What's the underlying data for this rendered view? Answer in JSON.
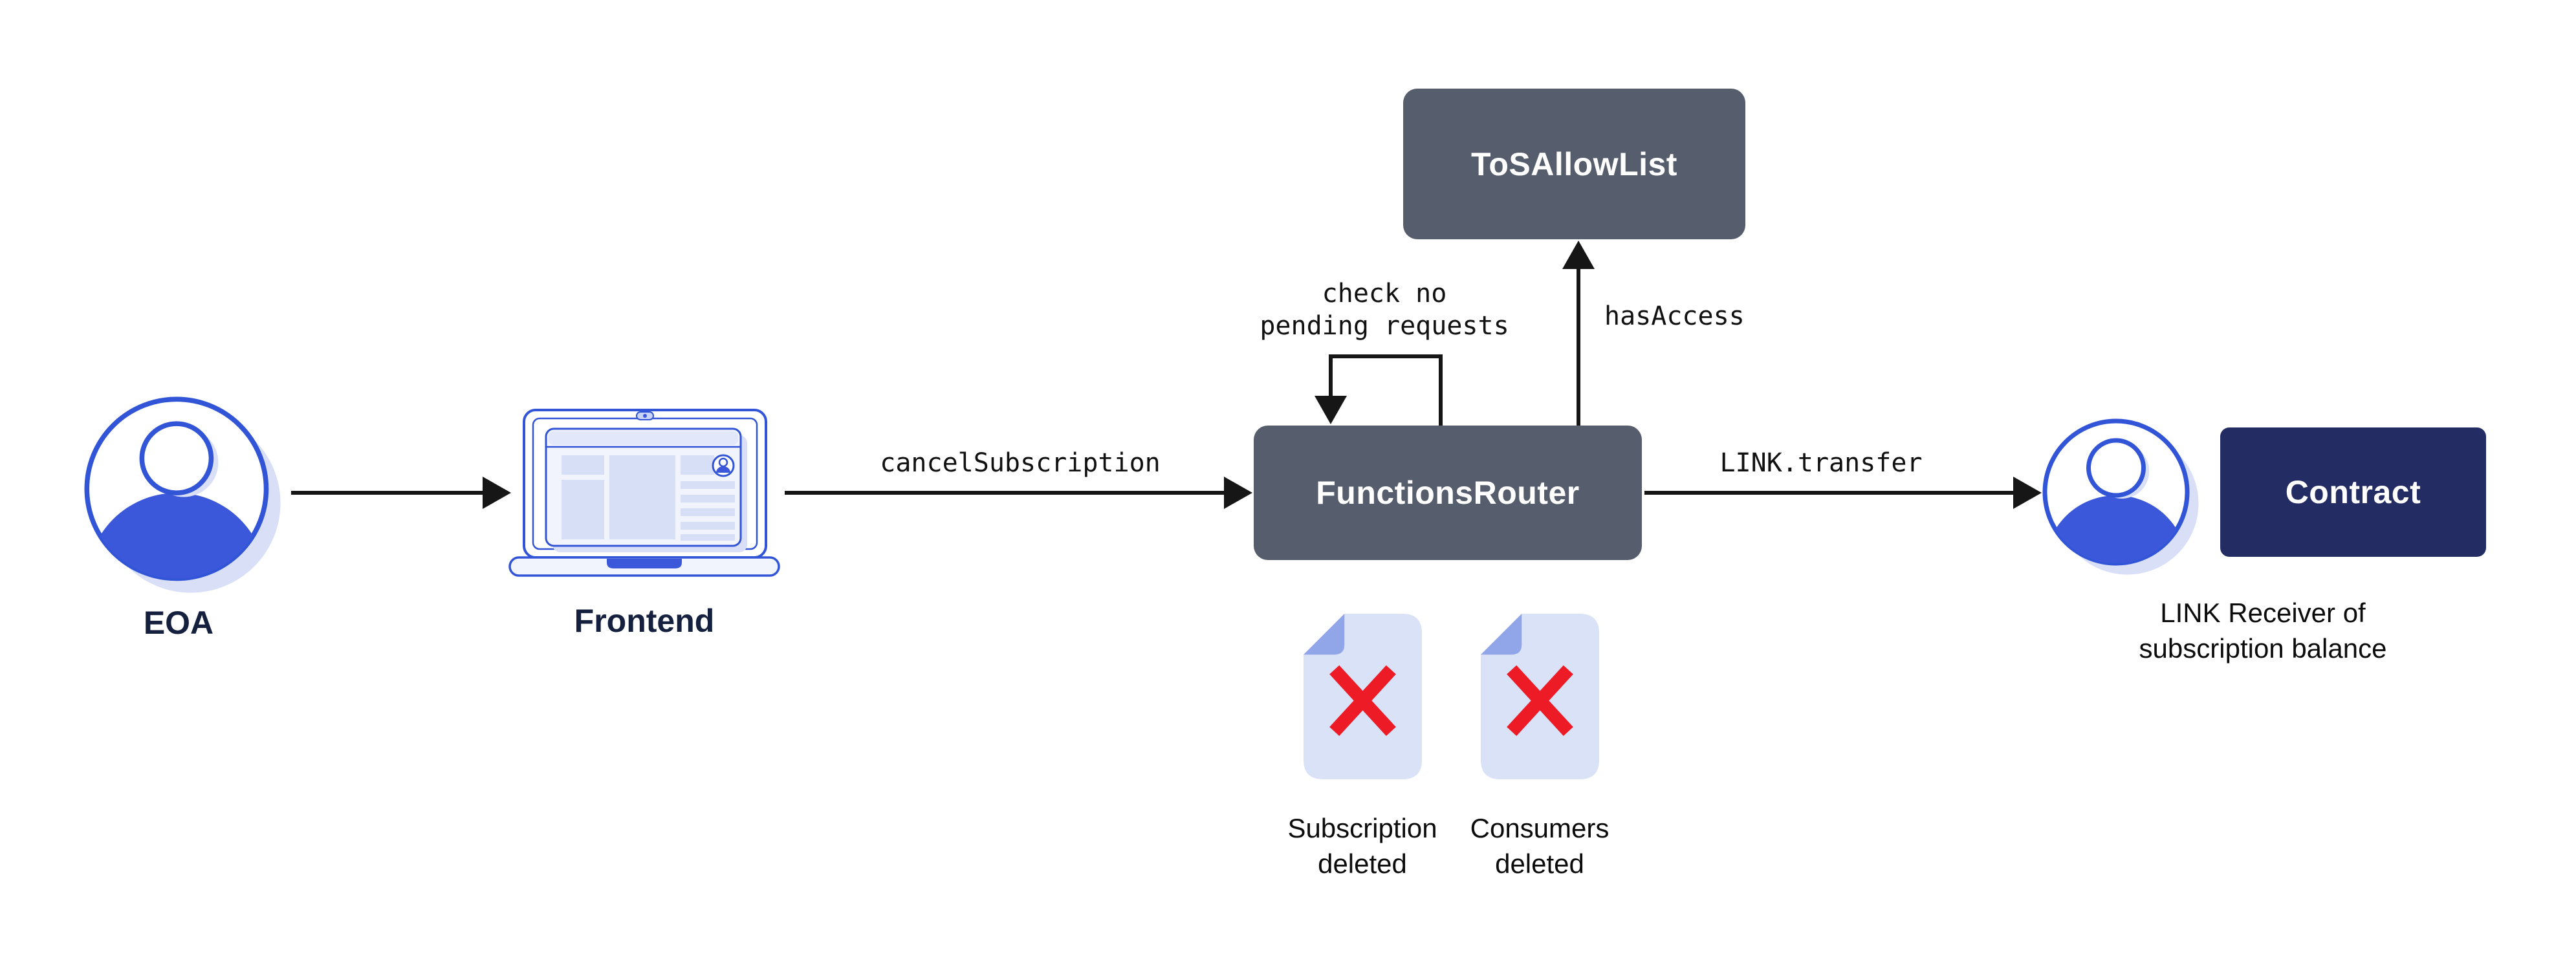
{
  "diagram": {
    "title_semantic": "cancel subscription flow",
    "colors": {
      "box_slate": "#565D6C",
      "box_navy": "#232D64",
      "blue_stroke": "#3155D6",
      "blue_fill": "#3C58DA",
      "shadow_light": "#D8DFF7",
      "doc_fill": "#DAE2F8",
      "doc_fold": "#91A6E9",
      "x_red": "#EC1B26",
      "arrow_black": "#161616",
      "label_dark": "#14203E",
      "caption_black": "#0C0C0C"
    },
    "nodes": {
      "eoa": {
        "label": "EOA"
      },
      "frontend": {
        "label": "Frontend"
      },
      "functions_router": {
        "label": "FunctionsRouter"
      },
      "tos_allow_list": {
        "label": "ToSAllowList"
      },
      "contract": {
        "label": "Contract"
      },
      "link_receiver": {
        "caption_line1": "LINK Receiver of",
        "caption_line2": "subscription balance"
      },
      "subscription_doc": {
        "caption_line1": "Subscription",
        "caption_line2": "deleted"
      },
      "consumers_doc": {
        "caption_line1": "Consumers",
        "caption_line2": "deleted"
      }
    },
    "edges": {
      "cancel_subscription": {
        "label": "cancelSubscription"
      },
      "link_transfer": {
        "label": "LINK.transfer"
      },
      "has_access": {
        "label": "hasAccess"
      },
      "check_pending": {
        "label_line1": "check no",
        "label_line2": "pending requests"
      }
    }
  }
}
